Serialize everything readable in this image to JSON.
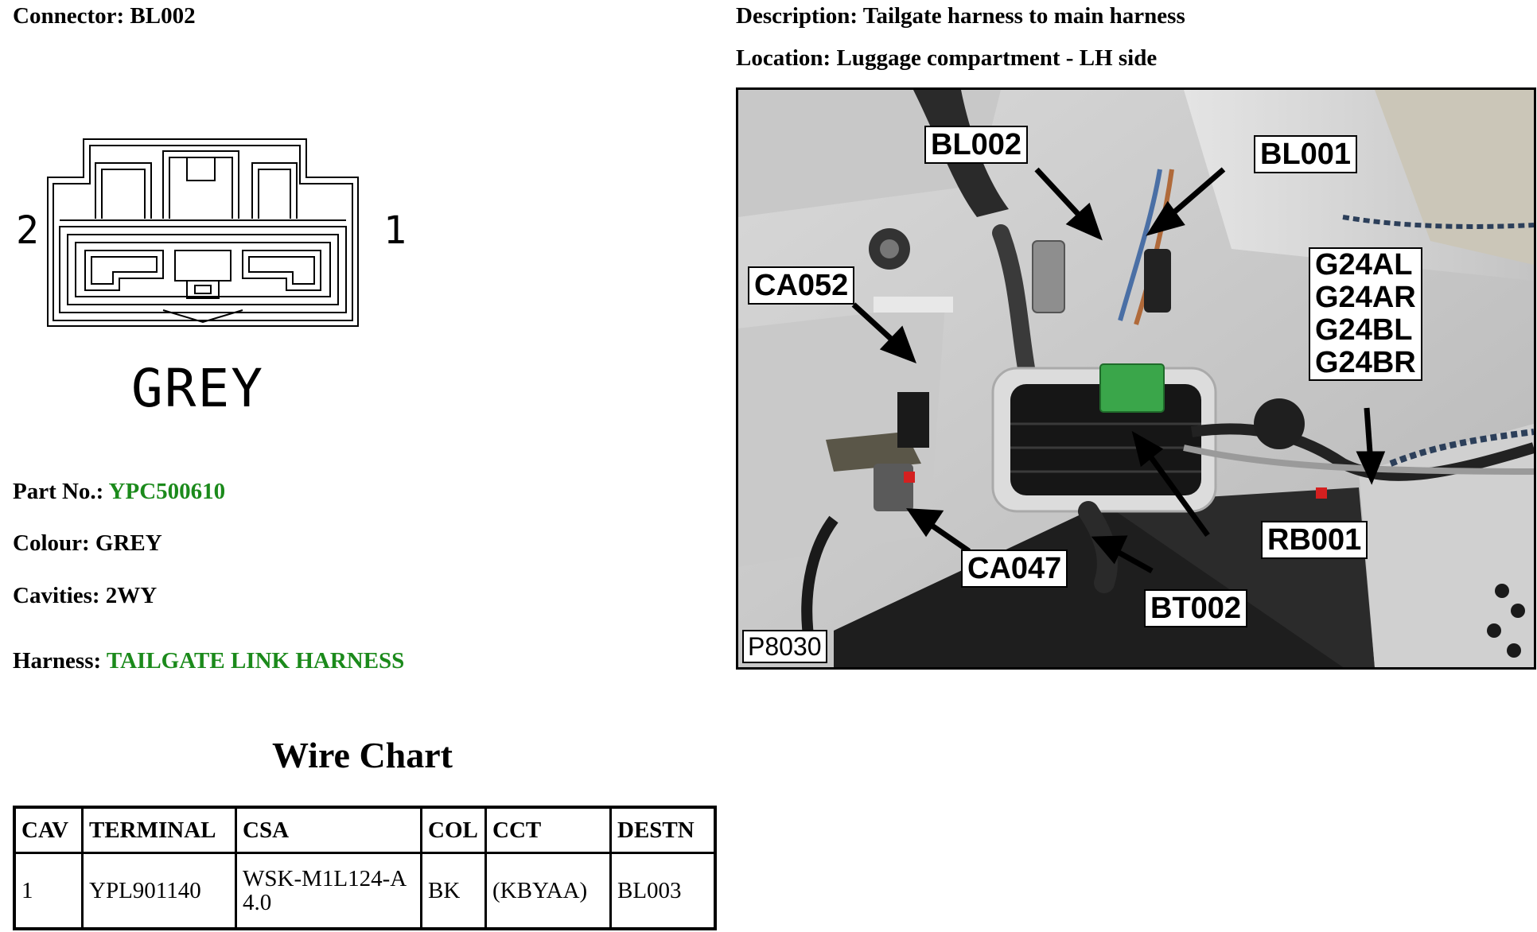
{
  "connector": {
    "label": "Connector:",
    "value": "BL002"
  },
  "description": {
    "label": "Description:",
    "value": "Tailgate harness to main harness"
  },
  "location": {
    "label": "Location:",
    "value": "Luggage compartment - LH side"
  },
  "diagram": {
    "pin_left": "2",
    "pin_right": "1",
    "colour_label": "GREY"
  },
  "details": {
    "part_no": {
      "label": "Part No.:",
      "value": "YPC500610"
    },
    "colour": {
      "label": "Colour:",
      "value": "GREY"
    },
    "cavities": {
      "label": "Cavities:",
      "value": "2WY"
    },
    "harness": {
      "label": "Harness:",
      "value": "TAILGATE LINK HARNESS"
    }
  },
  "photo": {
    "figure_id": "P8030",
    "callouts": {
      "bl002": "BL002",
      "bl001": "BL001",
      "g24": [
        "G24AL",
        "G24AR",
        "G24BL",
        "G24BR"
      ],
      "ca052": "CA052",
      "rb001": "RB001",
      "ca047": "CA047",
      "bt002": "BT002"
    }
  },
  "wire_chart": {
    "title": "Wire Chart",
    "headers": [
      "CAV",
      "TERMINAL",
      "CSA",
      "COL",
      "CCT",
      "DESTN"
    ],
    "rows": [
      [
        "1",
        "YPL901140",
        "WSK-M1L124-A 4.0",
        "BK",
        "(KBYAA)",
        "BL003"
      ]
    ]
  }
}
